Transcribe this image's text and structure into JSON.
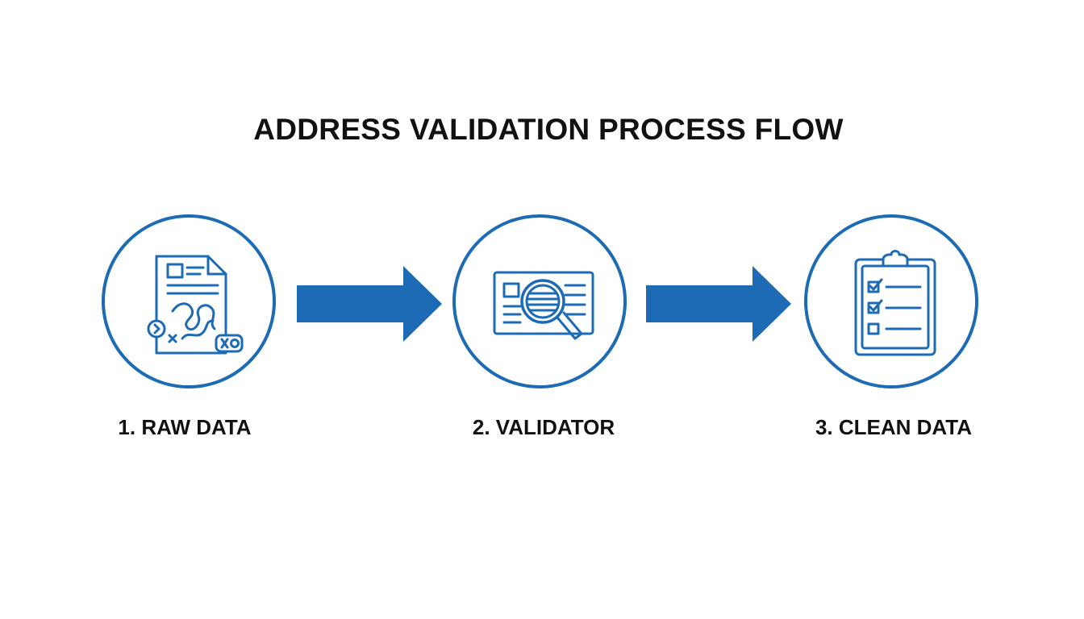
{
  "title": "ADDRESS VALIDATION PROCESS FLOW",
  "colors": {
    "accent": "#1d6bb4",
    "text": "#111111",
    "background": "#ffffff"
  },
  "steps": [
    {
      "label": "1. RAW DATA",
      "icon": "messy-document-icon",
      "icon_text": "×O"
    },
    {
      "label": "2. VALIDATOR",
      "icon": "magnifier-inspect-card-icon"
    },
    {
      "label": "3. CLEAN DATA",
      "icon": "clipboard-checklist-icon"
    }
  ],
  "connectors": [
    "arrow-right",
    "arrow-right"
  ]
}
